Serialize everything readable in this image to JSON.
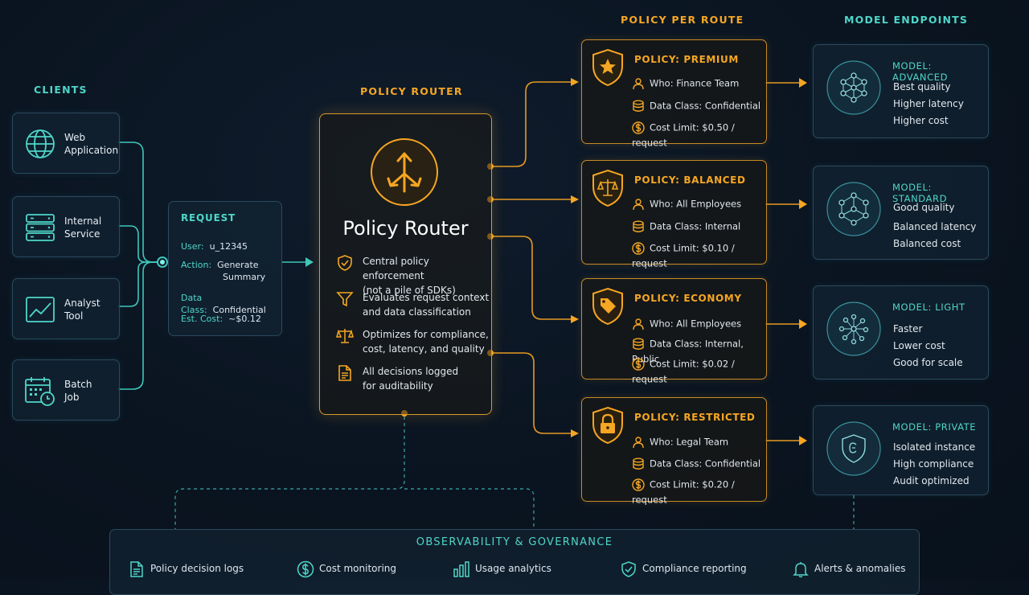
{
  "sections": {
    "clients": "CLIENTS",
    "policy_router": "POLICY ROUTER",
    "policy_per_route": "POLICY PER ROUTE",
    "model_endpoints": "MODEL ENDPOINTS"
  },
  "clients": [
    {
      "line1": "Web",
      "line2": "Application",
      "icon": "globe-icon"
    },
    {
      "line1": "Internal",
      "line2": "Service",
      "icon": "server-icon"
    },
    {
      "line1": "Analyst",
      "line2": "Tool",
      "icon": "chart-icon"
    },
    {
      "line1": "Batch",
      "line2": "Job",
      "icon": "calendar-clock-icon"
    }
  ],
  "request": {
    "title": "REQUEST",
    "user_key": "User:",
    "user_val": "u_12345",
    "action_key": "Action:",
    "action_val1": "Generate",
    "action_val2": "Summary",
    "class_key": "Data Class:",
    "class_val": "Confidential",
    "cost_key": "Est. Cost:",
    "cost_val": "~$0.12"
  },
  "router": {
    "name": "Policy Router",
    "features": [
      {
        "l1": "Central policy enforcement",
        "l2": "(not a pile of SDKs)",
        "icon": "shield-check-icon"
      },
      {
        "l1": "Evaluates request context",
        "l2": "and data classification",
        "icon": "filter-icon"
      },
      {
        "l1": "Optimizes for compliance,",
        "l2": "cost, latency, and quality",
        "icon": "scales-icon"
      },
      {
        "l1": "All decisions logged",
        "l2": "for auditability",
        "icon": "document-icon"
      }
    ]
  },
  "policies": [
    {
      "title": "POLICY:  PREMIUM",
      "who": "Who:  Finance Team",
      "data_class": "Data Class:  Confidential",
      "cost": "Cost Limit:  $0.50 / request",
      "icon": "star-icon"
    },
    {
      "title": "POLICY:  BALANCED",
      "who": "Who:  All Employees",
      "data_class": "Data Class:  Internal",
      "cost": "Cost Limit:  $0.10 / request",
      "icon": "scales-icon"
    },
    {
      "title": "POLICY:  ECONOMY",
      "who": "Who:  All Employees",
      "data_class": "Data Class:  Internal, Public",
      "cost": "Cost Limit:  $0.02 / request",
      "icon": "tag-icon"
    },
    {
      "title": "POLICY:  RESTRICTED",
      "who": "Who:  Legal Team",
      "data_class": "Data Class:  Confidential",
      "cost": "Cost Limit:  $0.20 / request",
      "icon": "lock-icon"
    }
  ],
  "models": [
    {
      "title": "MODEL: ADVANCED",
      "l1": "Best quality",
      "l2": "Higher latency",
      "l3": "Higher cost",
      "icon": "network-icon"
    },
    {
      "title": "MODEL: STANDARD",
      "l1": "Good quality",
      "l2": "Balanced latency",
      "l3": "Balanced cost",
      "icon": "hex-network-icon"
    },
    {
      "title": "MODEL: LIGHT",
      "l1": "Faster",
      "l2": "Lower cost",
      "l3": "Good for scale",
      "icon": "dots-network-icon"
    },
    {
      "title": "MODEL: PRIVATE",
      "l1": "Isolated instance",
      "l2": "High compliance",
      "l3": "Audit optimized",
      "icon": "private-shield-icon"
    }
  ],
  "observability": {
    "title": "OBSERVABILITY & GOVERNANCE",
    "items": [
      {
        "label": "Policy decision logs",
        "icon": "document-icon"
      },
      {
        "label": "Cost monitoring",
        "icon": "dollar-icon"
      },
      {
        "label": "Usage analytics",
        "icon": "bar-chart-icon"
      },
      {
        "label": "Compliance reporting",
        "icon": "shield-check-icon"
      },
      {
        "label": "Alerts & anomalies",
        "icon": "bell-icon"
      }
    ]
  },
  "colors": {
    "teal": "#4fd6c9",
    "amber": "#f5a623",
    "background": "#0a1420"
  }
}
